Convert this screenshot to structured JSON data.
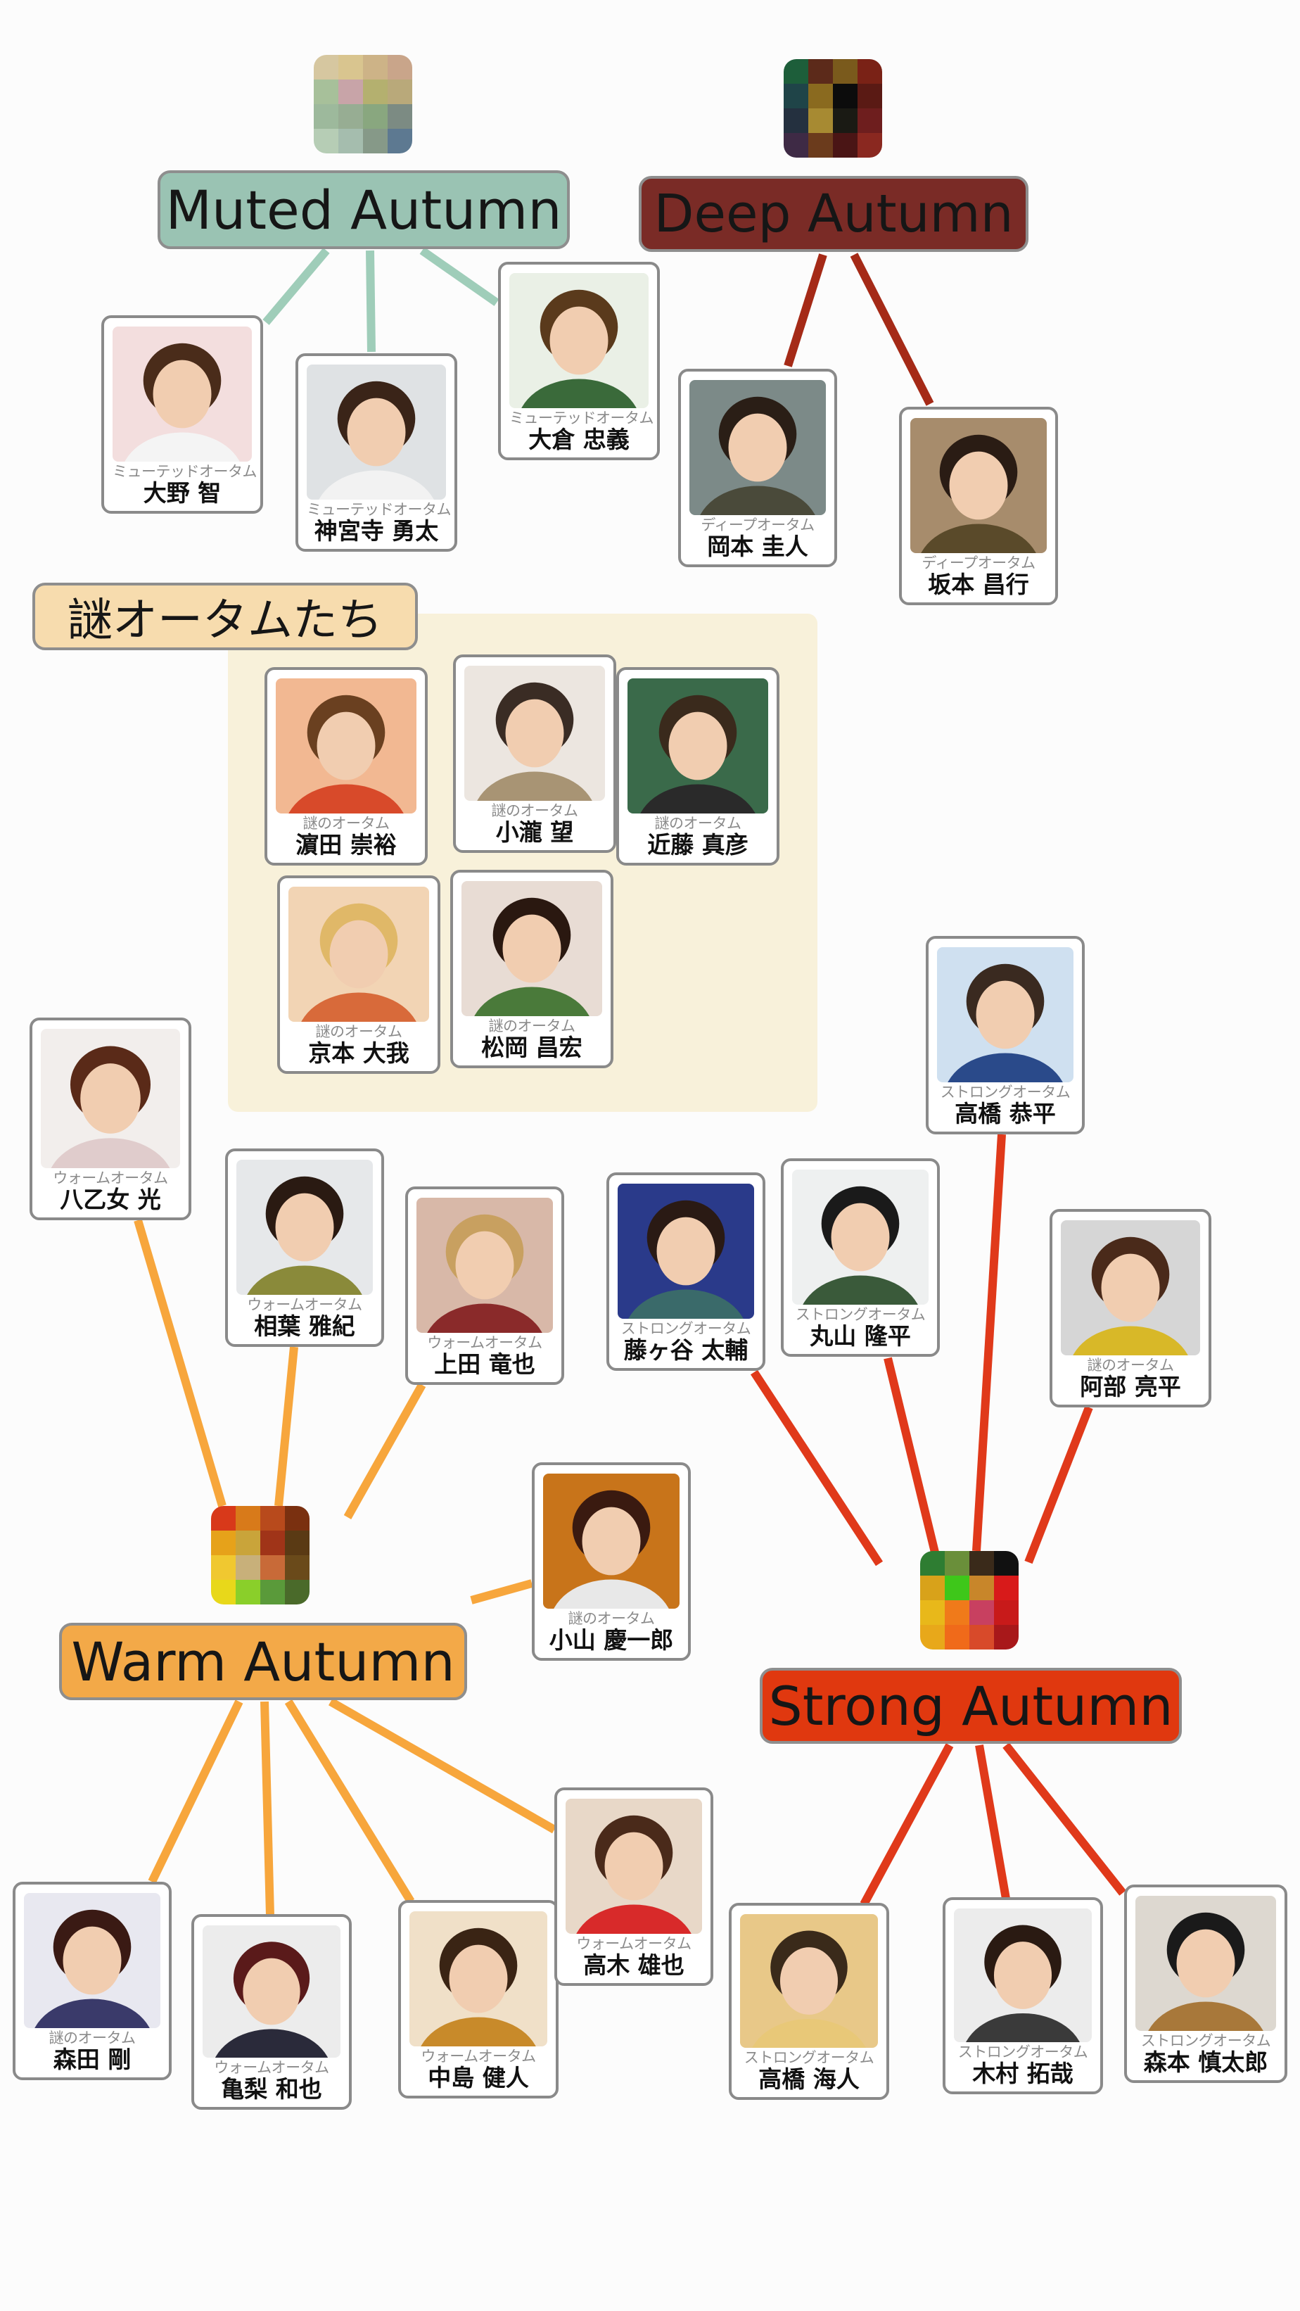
{
  "groups": {
    "muted": {
      "title": "Muted Autumn",
      "bg": "#9ac3b3",
      "line": "#9fcdb9",
      "swatch": [
        "#d6c7a0",
        "#d9c58f",
        "#cdb387",
        "#c9a58a",
        "#a7c09a",
        "#c8a4a8",
        "#b4b06f",
        "#b9a97a",
        "#9db99c",
        "#97ad93",
        "#89a77f",
        "#7c8b83",
        "#b6cdb5",
        "#a5bdae",
        "#869988",
        "#5d7991"
      ]
    },
    "deep": {
      "title": "Deep Autumn",
      "bg": "#7a2b26",
      "line": "#a52a17",
      "swatch": [
        "#1d5e3a",
        "#5c2a1a",
        "#7a5a1c",
        "#7a2216",
        "#1f4448",
        "#8a6a1f",
        "#0c0c0c",
        "#5a1a14",
        "#24303f",
        "#a78a32",
        "#1a1a14",
        "#6e1e1e",
        "#3e2a45",
        "#6b3b1c",
        "#4a1515",
        "#8a2820"
      ]
    },
    "warm": {
      "title": "Warm Autumn",
      "bg": "#f3a948",
      "line": "#f7a63c",
      "swatch": [
        "#d8391a",
        "#d87a1a",
        "#b84a1c",
        "#7a3010",
        "#e6a21a",
        "#c9a43a",
        "#a03418",
        "#5a3a14",
        "#f0c830",
        "#c8b07a",
        "#c86a38",
        "#6a4a1a",
        "#e8d81a",
        "#8acf2a",
        "#5a9a3a",
        "#4a6a2a"
      ]
    },
    "strong": {
      "title": "Strong Autumn",
      "bg": "#e0380f",
      "line": "#e0391a",
      "swatch": [
        "#2e7d32",
        "#6a8f3a",
        "#3a2a1a",
        "#111111",
        "#d8a21a",
        "#3ec71a",
        "#c8862a",
        "#d81a1a",
        "#e8b81a",
        "#f07a1a",
        "#c84060",
        "#c81a1a",
        "#e8a81a",
        "#f06a1a",
        "#d84a2a",
        "#a8181a"
      ]
    },
    "mystery": {
      "title": "謎オータムたち",
      "bg": "#f7dcae"
    }
  },
  "members": [
    {
      "id": "m1",
      "caption": "ミューテッドオータム",
      "name": "大野 智",
      "photo": "#f3dede",
      "hair": "#4a2c1a",
      "cloth": "#f4f4f4"
    },
    {
      "id": "m2",
      "caption": "ミューテッドオータム",
      "name": "神宮寺 勇太",
      "photo": "#dfe2e4",
      "hair": "#3a2418",
      "cloth": "#f2f2f2"
    },
    {
      "id": "m3",
      "caption": "ミューテッドオータム",
      "name": "大倉 忠義",
      "photo": "#eaf0e6",
      "hair": "#5a3a1c",
      "cloth": "#3a6a3a"
    },
    {
      "id": "d1",
      "caption": "ディープオータム",
      "name": "岡本 圭人",
      "photo": "#7c8a88",
      "hair": "#2a1e16",
      "cloth": "#4a4a3a"
    },
    {
      "id": "d2",
      "caption": "ディープオータム",
      "name": "坂本 昌行",
      "photo": "#a78c6c",
      "hair": "#2a1c14",
      "cloth": "#5a4a2a"
    },
    {
      "id": "x1",
      "caption": "謎のオータム",
      "name": "濵田 崇裕",
      "photo": "#f2b892",
      "hair": "#6a4020",
      "cloth": "#d84a2a"
    },
    {
      "id": "x2",
      "caption": "謎のオータム",
      "name": "小瀧 望",
      "photo": "#ece6e0",
      "hair": "#3a2c24",
      "cloth": "#a89474"
    },
    {
      "id": "x3",
      "caption": "謎のオータム",
      "name": "近藤 真彦",
      "photo": "#3a6a4a",
      "hair": "#3a2a1c",
      "cloth": "#2a2a2a"
    },
    {
      "id": "x4",
      "caption": "謎のオータム",
      "name": "京本 大我",
      "photo": "#f2d4b4",
      "hair": "#e0b868",
      "cloth": "#d86a3a"
    },
    {
      "id": "x5",
      "caption": "謎のオータム",
      "name": "松岡 昌宏",
      "photo": "#e8dcd4",
      "hair": "#2a1810",
      "cloth": "#4a7a3a"
    },
    {
      "id": "w0",
      "caption": "ウォームオータム",
      "name": "八乙女 光",
      "photo": "#f2eeec",
      "hair": "#5a2a18",
      "cloth": "#e0cccc"
    },
    {
      "id": "w1",
      "caption": "ウォームオータム",
      "name": "相葉 雅紀",
      "photo": "#e6e8ea",
      "hair": "#2a1a12",
      "cloth": "#8a8a3a"
    },
    {
      "id": "w2",
      "caption": "ウォームオータム",
      "name": "上田 竜也",
      "photo": "#d8b8a8",
      "hair": "#c8a060",
      "cloth": "#8a2a2a"
    },
    {
      "id": "x6",
      "caption": "謎のオータム",
      "name": "小山 慶一郎",
      "photo": "#c8741a",
      "hair": "#3a1a10",
      "cloth": "#e8e8e8"
    },
    {
      "id": "s1",
      "caption": "ストロングオータム",
      "name": "藤ヶ谷 太輔",
      "photo": "#2a3a8a",
      "hair": "#2a1a14",
      "cloth": "#3a6a6a"
    },
    {
      "id": "s2",
      "caption": "ストロングオータム",
      "name": "丸山 隆平",
      "photo": "#eef0f0",
      "hair": "#1a1a1a",
      "cloth": "#3a5a3a"
    },
    {
      "id": "s0",
      "caption": "ストロングオータム",
      "name": "高橋 恭平",
      "photo": "#cfe0f0",
      "hair": "#3a2a20",
      "cloth": "#2a4a8a"
    },
    {
      "id": "x7",
      "caption": "謎のオータム",
      "name": "阿部 亮平",
      "photo": "#d6d6d6",
      "hair": "#4a2a1a",
      "cloth": "#d8b828"
    },
    {
      "id": "w3",
      "caption": "謎のオータム",
      "name": "森田 剛",
      "photo": "#e8e8f0",
      "hair": "#3a1a14",
      "cloth": "#3a3a6a"
    },
    {
      "id": "w4",
      "caption": "ウォームオータム",
      "name": "亀梨 和也",
      "photo": "#ececec",
      "hair": "#5a1a1a",
      "cloth": "#2a2a3a"
    },
    {
      "id": "w5",
      "caption": "ウォームオータム",
      "name": "中島 健人",
      "photo": "#f0e0c8",
      "hair": "#3a2414",
      "cloth": "#c88a2a"
    },
    {
      "id": "w6",
      "caption": "ウォームオータム",
      "name": "高木 雄也",
      "photo": "#e8d8c8",
      "hair": "#4a2a1a",
      "cloth": "#d82a2a"
    },
    {
      "id": "s3",
      "caption": "ストロングオータム",
      "name": "高橋 海人",
      "photo": "#e8c888",
      "hair": "#3a2a1a",
      "cloth": "#e8c878"
    },
    {
      "id": "s4",
      "caption": "ストロングオータム",
      "name": "木村 拓哉",
      "photo": "#ececec",
      "hair": "#2a1a12",
      "cloth": "#3a3a3a"
    },
    {
      "id": "s5",
      "caption": "ストロングオータム",
      "name": "森本 慎太郎",
      "photo": "#ddd8d0",
      "hair": "#1a1a1a",
      "cloth": "#a8783a"
    }
  ]
}
